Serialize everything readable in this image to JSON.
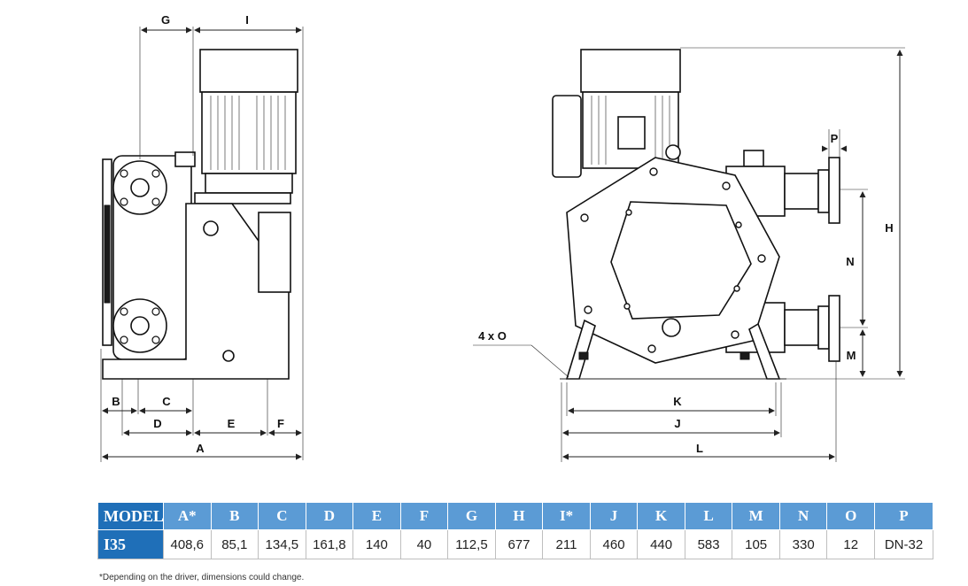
{
  "dimension_labels": {
    "A": "A",
    "B": "B",
    "C": "C",
    "D": "D",
    "E": "E",
    "F": "F",
    "G": "G",
    "H": "H",
    "I": "I",
    "J": "J",
    "K": "K",
    "L": "L",
    "M": "M",
    "N": "N",
    "P": "P",
    "holes": "4 x O"
  },
  "table": {
    "headers": [
      "MODEL",
      "A*",
      "B",
      "C",
      "D",
      "E",
      "F",
      "G",
      "H",
      "I*",
      "J",
      "K",
      "L",
      "M",
      "N",
      "O",
      "P"
    ],
    "rows": [
      [
        "I35",
        "408,6",
        "85,1",
        "134,5",
        "161,8",
        "140",
        "40",
        "112,5",
        "677",
        "211",
        "460",
        "440",
        "583",
        "105",
        "330",
        "12",
        "DN-32"
      ]
    ]
  },
  "footnote": "*Depending on the driver, dimensions could change."
}
